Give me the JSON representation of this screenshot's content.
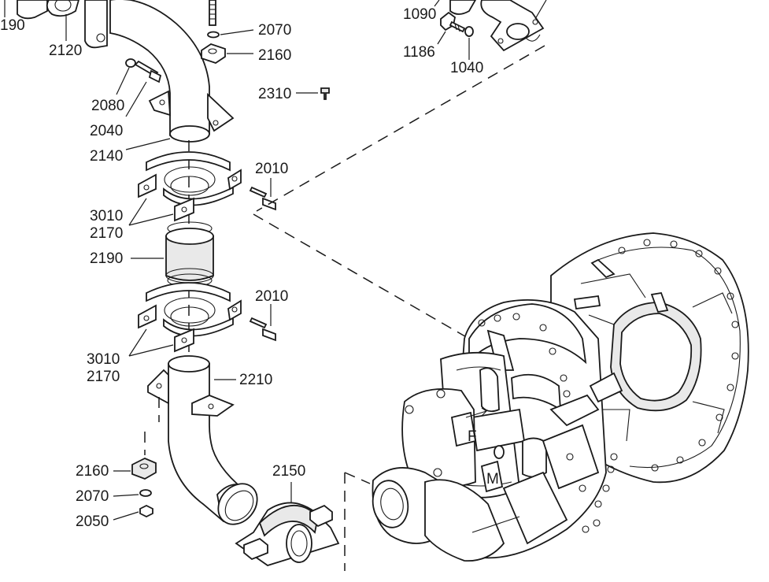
{
  "part_labels": {
    "p190": "190",
    "p2120": "2120",
    "p2080": "2080",
    "p2040": "2040",
    "p2140": "2140",
    "p2070_top": "2070",
    "p2160_top": "2160",
    "p2310": "2310",
    "p1090": "1090",
    "p1186": "1186",
    "p1040": "1040",
    "p2010_top": "2010",
    "p3010_top": "3010",
    "p2170_top": "2170",
    "p2190": "2190",
    "p2010_bot": "2010",
    "p3010_bot": "3010",
    "p2170_bot": "2170",
    "p2210": "2210",
    "p2160_bot": "2160",
    "p2070_bot": "2070",
    "p2050": "2050",
    "p2150": "2150"
  },
  "housing_marks": {
    "arrow_letter": "F",
    "bottom_letter": "M"
  }
}
